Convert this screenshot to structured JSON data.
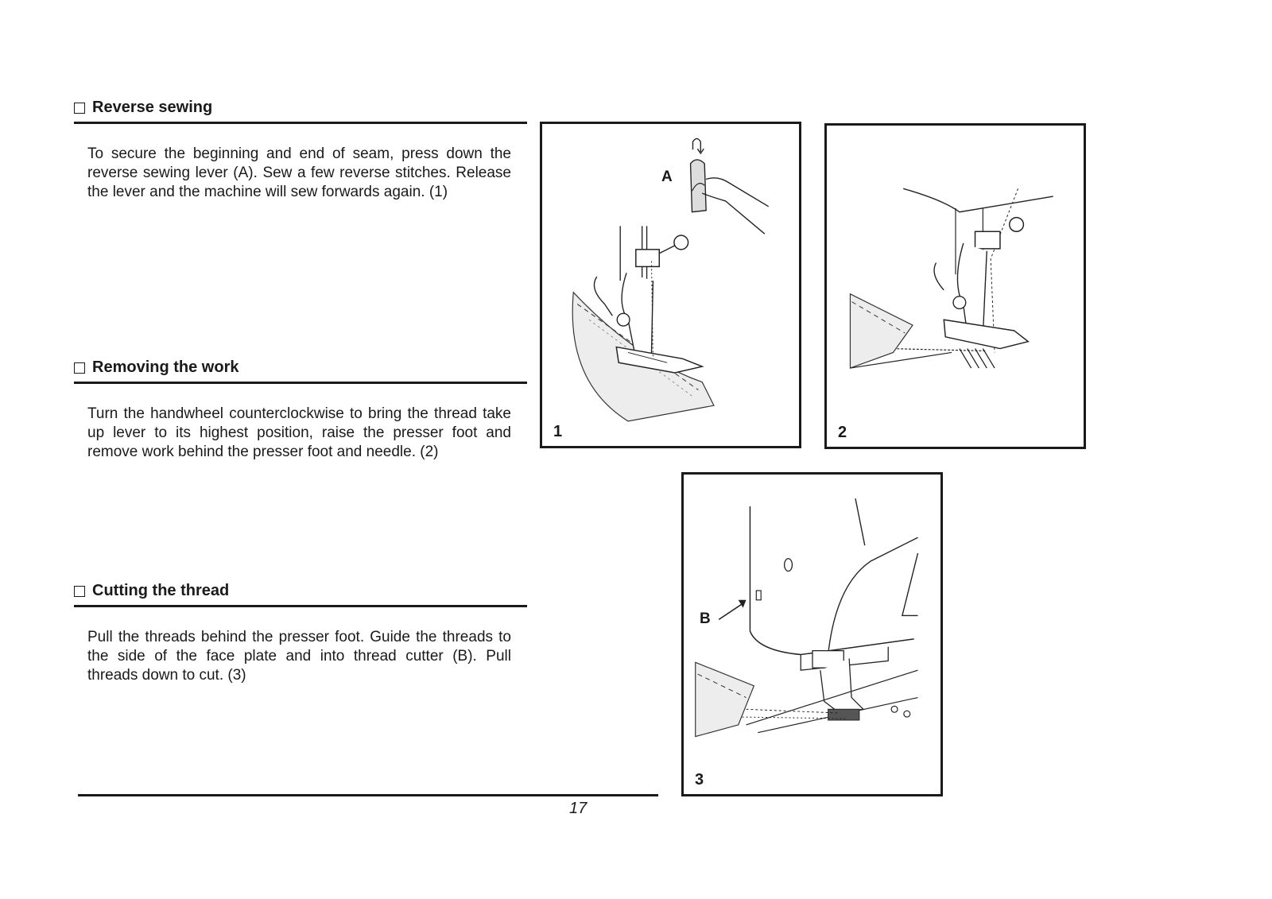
{
  "sections": [
    {
      "title": "Reverse sewing",
      "body": "To secure the beginning and end of seam, press down the reverse sewing lever (A). Sew a few reverse stitches. Release the lever and the machine will sew forwards again. (1)"
    },
    {
      "title": "Removing the work",
      "body": "Turn the handwheel counterclockwise to bring the thread take up lever to its highest position, raise the presser foot and remove work behind the presser foot and needle. (2)"
    },
    {
      "title": "Cutting the thread",
      "body": "Pull the threads behind the presser foot. Guide the threads to the side of the face plate and into thread cutter (B). Pull threads down to cut. (3)"
    }
  ],
  "figures": [
    {
      "number": "1",
      "callout": "A"
    },
    {
      "number": "2"
    },
    {
      "number": "3",
      "callout": "B"
    }
  ],
  "page_number": "17"
}
